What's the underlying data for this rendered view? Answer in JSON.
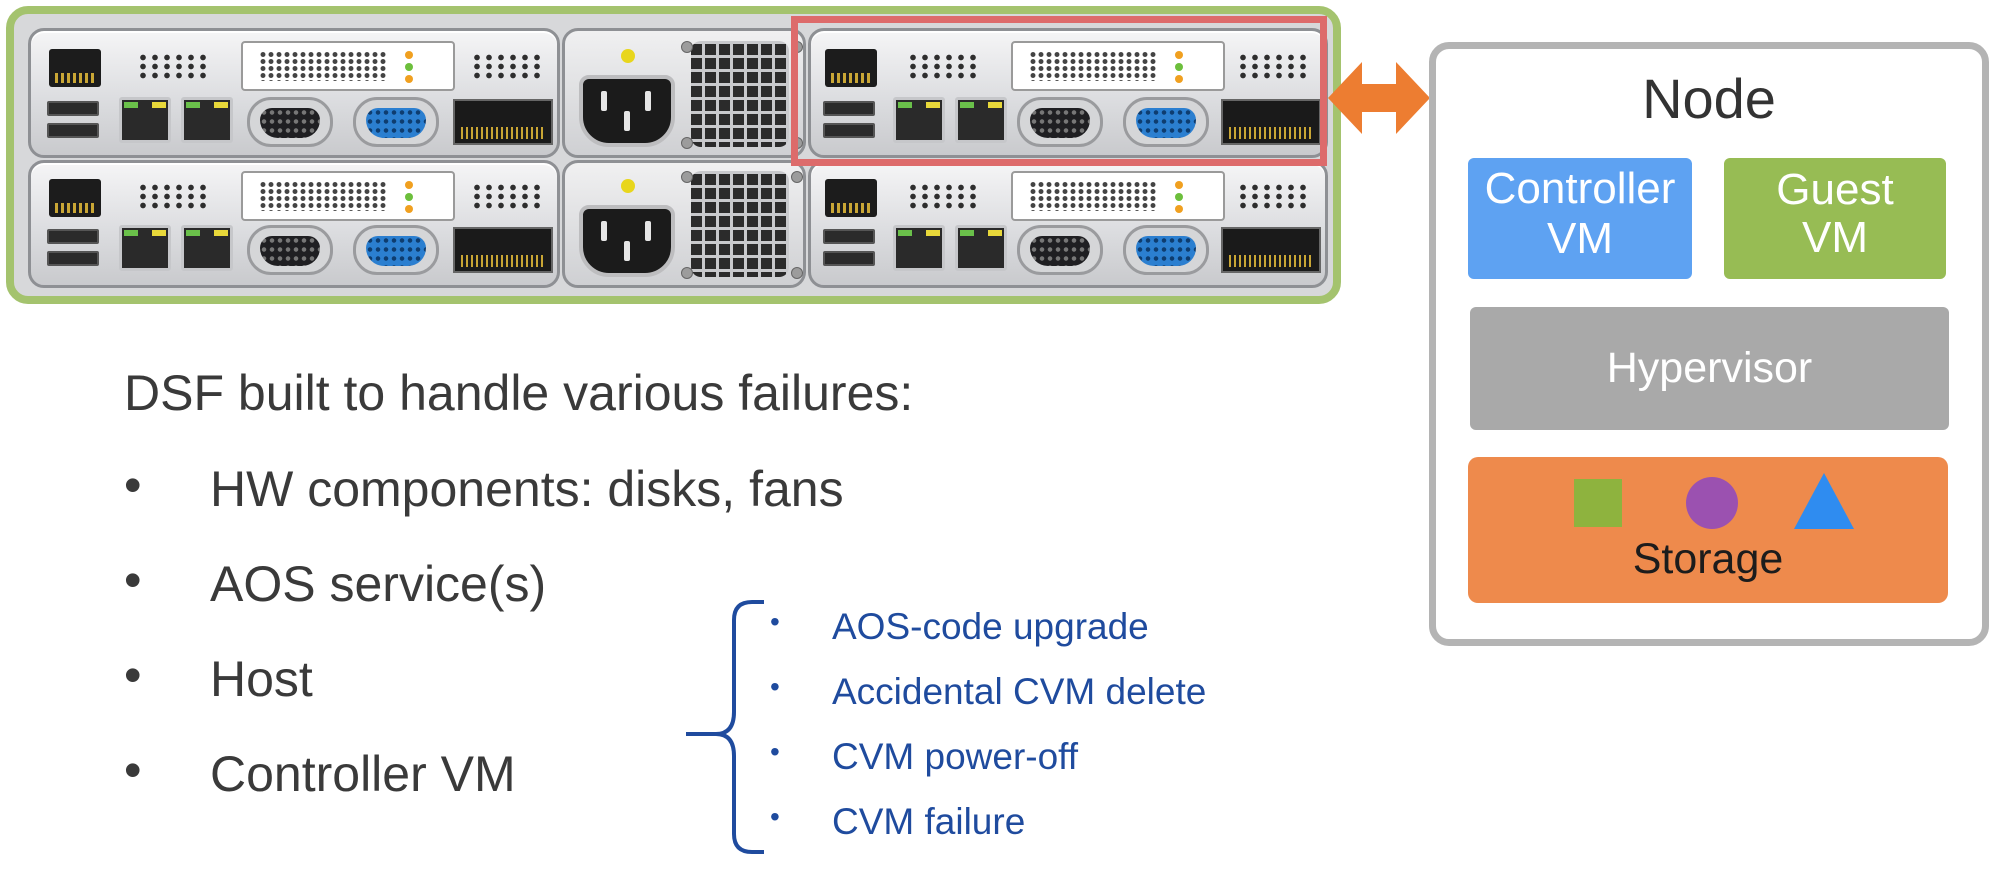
{
  "intro": "DSF built to handle various failures:",
  "bullets": [
    "HW components: disks, fans",
    "AOS service(s)",
    "Host",
    "Controller VM"
  ],
  "sub_bullets": [
    "AOS-code upgrade",
    "Accidental CVM delete",
    "CVM power-off",
    "CVM failure"
  ],
  "bullet_char": "•",
  "node": {
    "title": "Node",
    "controller_vm": {
      "line1": "Controller",
      "line2": "VM"
    },
    "guest_vm": {
      "line1": "Guest",
      "line2": "VM"
    },
    "hypervisor": "Hypervisor",
    "storage": "Storage"
  },
  "colors": {
    "chassis_border": "#a4c36e",
    "highlight": "#dd6b6b",
    "arrow": "#ed7d31",
    "controller_vm": "#5ea2f2",
    "guest_vm": "#97bc54",
    "hypervisor": "#a9a9a9",
    "storage": "#ee8a4c",
    "sub_bullet_text": "#1f4b9e"
  },
  "icons": [
    "server-chassis-image",
    "double-arrow-icon",
    "curly-brace-icon",
    "square-shape",
    "circle-shape",
    "triangle-shape"
  ]
}
